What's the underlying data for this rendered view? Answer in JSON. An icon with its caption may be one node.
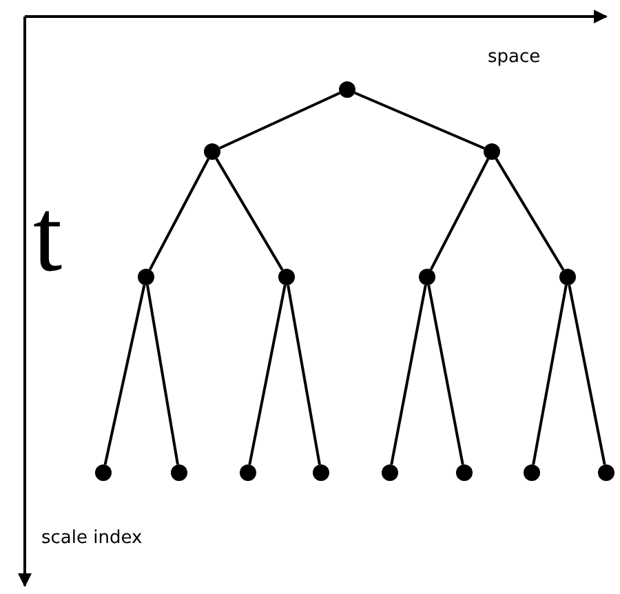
{
  "diagram": {
    "nodes": [
      {
        "text": [],
        "shape": "circle"
      },
      {
        "text": [],
        "shape": "circle"
      },
      {
        "text": [],
        "shape": "circle"
      },
      {
        "text": [],
        "shape": "circle"
      },
      {
        "text": [],
        "shape": "circle"
      },
      {
        "text": [],
        "shape": "circle"
      },
      {
        "text": [],
        "shape": "circle"
      },
      {
        "text": [],
        "shape": "circle"
      },
      {
        "text": [],
        "shape": "circle"
      },
      {
        "text": [],
        "shape": "circle"
      },
      {
        "text": [],
        "shape": "circle"
      },
      {
        "text": [],
        "shape": "circle"
      },
      {
        "text": [],
        "shape": "circle"
      },
      {
        "text": [],
        "shape": "circle"
      },
      {
        "text": [],
        "shape": "circle"
      }
    ],
    "edges": [
      {
        "from": 0,
        "to": 1,
        "arrow": "none"
      },
      {
        "from": 0,
        "to": 2,
        "arrow": "none"
      },
      {
        "from": 1,
        "to": 3,
        "arrow": "none"
      },
      {
        "from": 1,
        "to": 4,
        "arrow": "none"
      },
      {
        "from": 2,
        "to": 5,
        "arrow": "none"
      },
      {
        "from": 2,
        "to": 6,
        "arrow": "none"
      },
      {
        "from": 3,
        "to": 7,
        "arrow": "none"
      },
      {
        "from": 3,
        "to": 8,
        "arrow": "none"
      },
      {
        "from": 4,
        "to": 9,
        "arrow": "none"
      },
      {
        "from": 4,
        "to": 10,
        "arrow": "none"
      },
      {
        "from": 5,
        "to": 11,
        "arrow": "none"
      },
      {
        "from": 5,
        "to": 12,
        "arrow": "none"
      },
      {
        "from": 6,
        "to": 13,
        "arrow": "none"
      },
      {
        "from": 6,
        "to": 14,
        "arrow": "none"
      }
    ],
    "labels": [
      "space",
      "t",
      "scale index"
    ]
  }
}
